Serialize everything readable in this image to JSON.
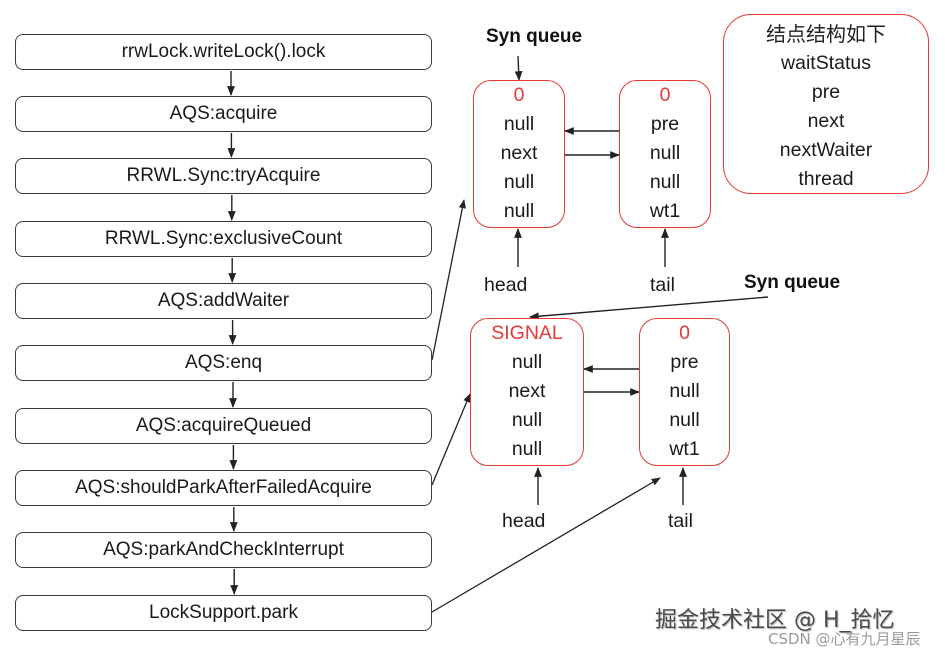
{
  "flow_steps": [
    "rrwLock.writeLock().lock",
    "AQS:acquire",
    "RRWL.Sync:tryAcquire",
    "RRWL.Sync:exclusiveCount",
    "AQS:addWaiter",
    "AQS:enq",
    "AQS:acquireQueued",
    "AQS:shouldParkAfterFailedAcquire",
    "AQS:parkAndCheckInterrupt",
    "LockSupport.park"
  ],
  "queue1": {
    "label": "Syn queue",
    "head_node": {
      "fields": [
        "0",
        "null",
        "next",
        "null",
        "null"
      ]
    },
    "tail_node": {
      "fields": [
        "0",
        "pre",
        "null",
        "null",
        "wt1"
      ]
    },
    "head_label": "head",
    "tail_label": "tail"
  },
  "queue2": {
    "label": "Syn queue",
    "head_node": {
      "fields": [
        "SIGNAL",
        "null",
        "next",
        "null",
        "null"
      ]
    },
    "tail_node": {
      "fields": [
        "0",
        "pre",
        "null",
        "null",
        "wt1"
      ]
    },
    "head_label": "head",
    "tail_label": "tail"
  },
  "legend": {
    "title": "结点结构如下",
    "fields": [
      "waitStatus",
      "pre",
      "next",
      "nextWaiter",
      "thread"
    ]
  },
  "watermark": {
    "primary": "掘金技术社区 @ H_拾忆",
    "secondary": "CSDN @心有九月星辰"
  },
  "colors": {
    "node_border": "#e53935",
    "status_text": "#e53935",
    "step_border": "#3a3a3a",
    "arrow": "#222222"
  }
}
